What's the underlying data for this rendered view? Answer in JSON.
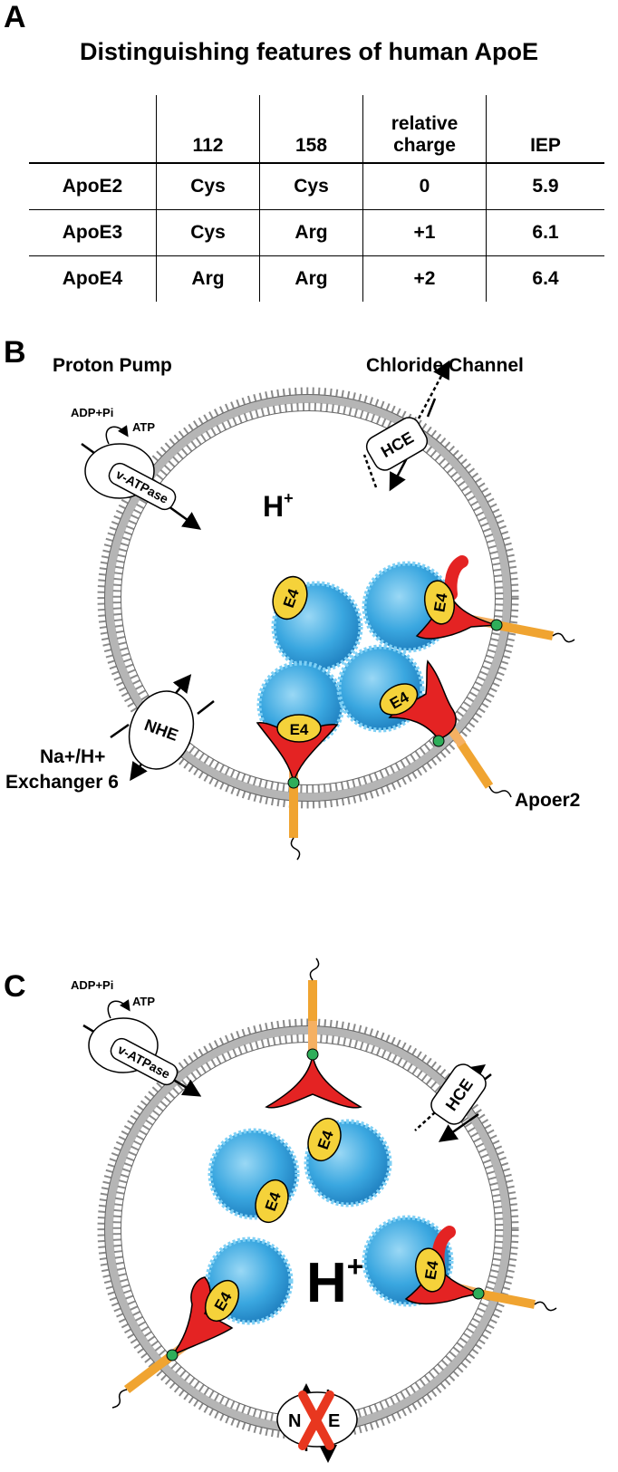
{
  "panels": {
    "a": {
      "letter": "A",
      "title": "Distinguishing features of human ApoE",
      "columns": [
        "",
        "112",
        "158",
        "relative charge",
        "IEP"
      ],
      "rows": [
        {
          "name": "ApoE2",
          "pos112": "Cys",
          "pos158": "Cys",
          "charge": "0",
          "iep": "5.9"
        },
        {
          "name": "ApoE3",
          "pos112": "Cys",
          "pos158": "Arg",
          "charge": "+1",
          "iep": "6.1"
        },
        {
          "name": "ApoE4",
          "pos112": "Arg",
          "pos158": "Arg",
          "charge": "+2",
          "iep": "6.4"
        }
      ]
    },
    "b": {
      "letter": "B",
      "proton_pump": "Proton Pump",
      "chloride_channel": "Chloride Channel",
      "adp": "ADP+Pi",
      "atp": "ATP",
      "vatpase": "v-ATPase",
      "hce": "HCE",
      "nhe": "NHE",
      "h_base": "H",
      "h_sup": "+",
      "exchanger_line1": "Na+/H+",
      "exchanger_line2": "Exchanger 6",
      "apoer2": "Apoer2",
      "e4": "E4"
    },
    "c": {
      "letter": "C",
      "adp": "ADP+Pi",
      "atp": "ATP",
      "vatpase": "v-ATPase",
      "hce": "HCE",
      "nhe_n": "N",
      "nhe_e": "E",
      "h_base": "H",
      "h_sup": "+",
      "e4": "E4"
    }
  },
  "colors": {
    "membrane": "#8a8a8a",
    "lipoprotein": "#3aa7e0",
    "lipoprotein_rim": "#7fd0f5",
    "e4_fill": "#f5d23a",
    "receptor_red": "#e42323",
    "receptor_stalk": "#f5b062",
    "receptor_tail": "#f0a431",
    "knockout_x": "#e8371f"
  }
}
